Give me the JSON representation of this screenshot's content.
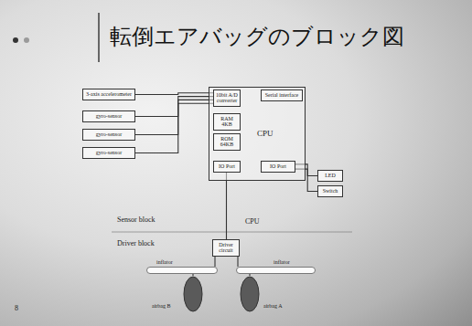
{
  "diagram": {
    "title": "転倒エアバッグのブロック図",
    "nodes": [
      {
        "text": [
          "3-axis accelerometer"
        ]
      },
      {
        "text": [
          "gyro-sensor"
        ]
      },
      {
        "text": [
          "gyro-sensor"
        ]
      },
      {
        "text": [
          "gyro-sensor"
        ]
      },
      {
        "text": [
          "CPU"
        ]
      },
      {
        "text": [
          "10bit A/D converter"
        ],
        "in": 4
      },
      {
        "text": [
          "RAM 4KB"
        ],
        "in": 4
      },
      {
        "text": [
          "ROM 64KB"
        ],
        "in": 4
      },
      {
        "text": [
          "IO Port"
        ],
        "in": 4
      },
      {
        "text": [
          "Serial interface"
        ],
        "in": 4
      },
      {
        "text": [
          "IO Port"
        ],
        "in": 4
      },
      {
        "text": [
          "LED"
        ]
      },
      {
        "text": [
          "Switch"
        ]
      },
      {
        "text": [
          "Driver circuit"
        ]
      },
      {
        "text": [
          "inflator"
        ]
      },
      {
        "text": [
          "inflator"
        ]
      },
      {
        "text": [
          "airbag B"
        ]
      },
      {
        "text": [
          "airbag A"
        ]
      }
    ],
    "edges": [
      {
        "from": 0,
        "to": 5,
        "arrow": "none"
      },
      {
        "from": 1,
        "to": 5,
        "arrow": "none"
      },
      {
        "from": 2,
        "to": 5,
        "arrow": "none"
      },
      {
        "from": 3,
        "to": 5,
        "arrow": "none"
      },
      {
        "from": 10,
        "to": 11,
        "arrow": "none"
      },
      {
        "from": 10,
        "to": 12,
        "arrow": "none"
      },
      {
        "from": 8,
        "to": 13,
        "arrow": "none"
      },
      {
        "from": 13,
        "to": 14,
        "arrow": "none"
      },
      {
        "from": 13,
        "to": 15,
        "arrow": "none"
      },
      {
        "from": 14,
        "to": 16,
        "arrow": "none"
      },
      {
        "from": 15,
        "to": 17,
        "arrow": "none"
      }
    ],
    "labels": [
      "Sensor block",
      "CPU",
      "Driver block",
      "8"
    ]
  }
}
